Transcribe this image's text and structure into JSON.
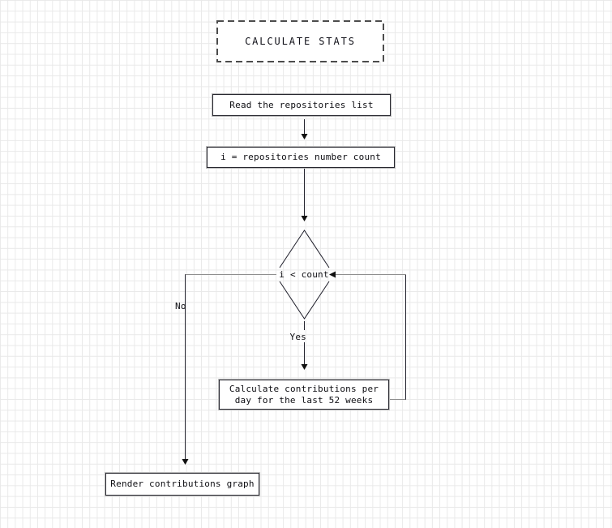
{
  "canvas": {
    "background_color": "#ffffff",
    "grid_line_color": "#e9e9e9"
  },
  "flowchart": {
    "title": {
      "label": "CALCULATE STATS"
    },
    "nodes": {
      "read": {
        "label": "Read the repositories list"
      },
      "init": {
        "label": "i = repositories number count"
      },
      "condition": {
        "label": "i < count"
      },
      "calculate": {
        "lines": [
          "Calculate contributions per",
          "day for the last 52 weeks"
        ]
      },
      "render": {
        "label": "Render contributions graph"
      }
    },
    "edge_labels": {
      "yes": "Yes",
      "no": "No"
    },
    "colors": {
      "text": "#0d0d12",
      "node_border": "#27272f",
      "node_border_halo": "#bcbcbc",
      "dashed_border": "#4c4c4c",
      "line_dark": "#23232e",
      "line_gray": "#8e8e8e",
      "arrowhead": "#101010"
    }
  }
}
